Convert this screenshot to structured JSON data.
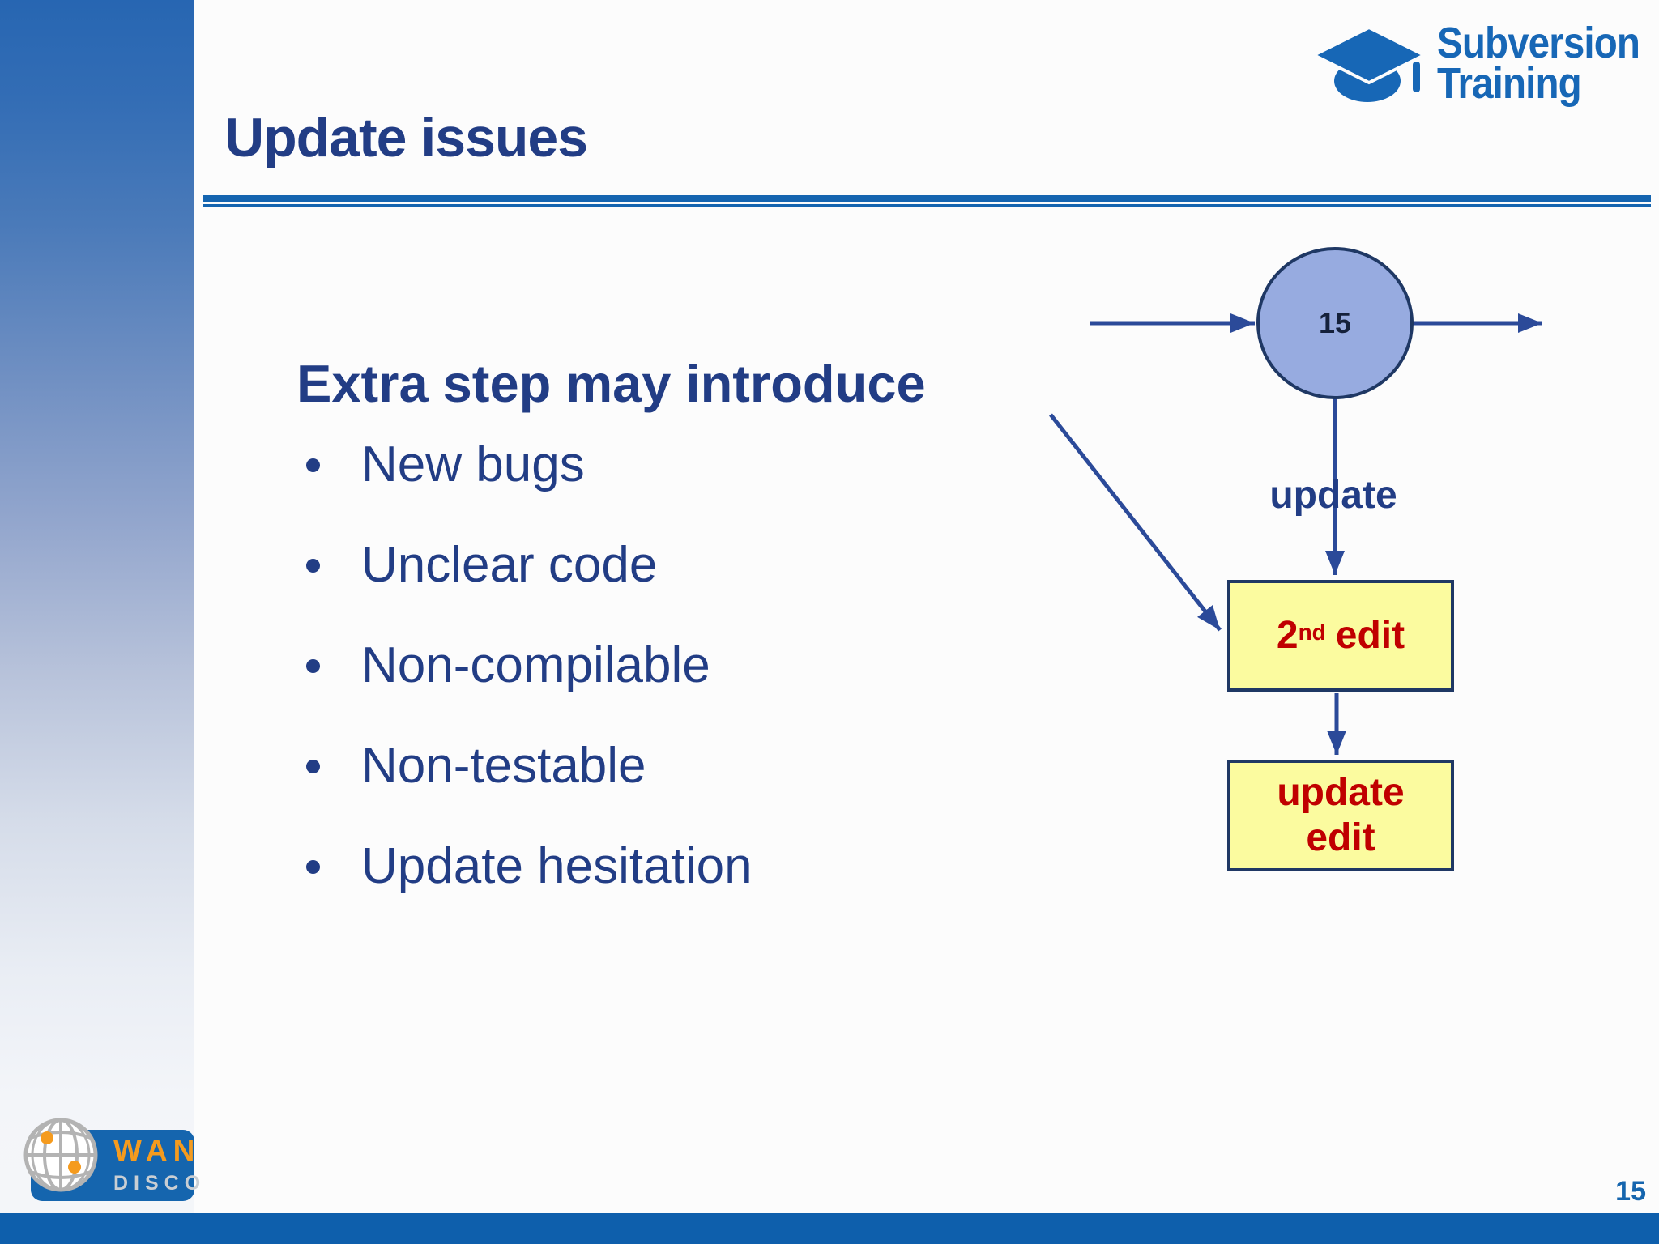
{
  "slide": {
    "title": "Update issues",
    "page_number": "15"
  },
  "header_logo": {
    "icon": "graduation-cap-icon",
    "name_line1": "Subversion",
    "name_line2": "Training",
    "color": "#1767B6"
  },
  "content": {
    "heading": "Extra step may introduce",
    "bullets": [
      "New bugs",
      "Unclear code",
      "Non-compilable",
      "Non-testable",
      "Update hesitation"
    ]
  },
  "diagram": {
    "revision_circle": {
      "label": "15",
      "fill": "#97ABE0",
      "border": "#1F3864"
    },
    "edge_label": "update",
    "second_edit_box": {
      "base": "2",
      "superscript": "nd",
      "rest": "edit",
      "fill": "#FBFB9F",
      "text_color": "#C00000"
    },
    "update_edit_box": {
      "line1": "update",
      "line2": "edit",
      "fill": "#FBFB9F",
      "text_color": "#C00000"
    },
    "line_color": "#2B4A99"
  },
  "footer": {
    "wandisco": {
      "icon": "globe-icon",
      "top": "WAN",
      "bottom": "DISCO",
      "orange": "#F59B1E",
      "blue": "#1565AE"
    }
  }
}
